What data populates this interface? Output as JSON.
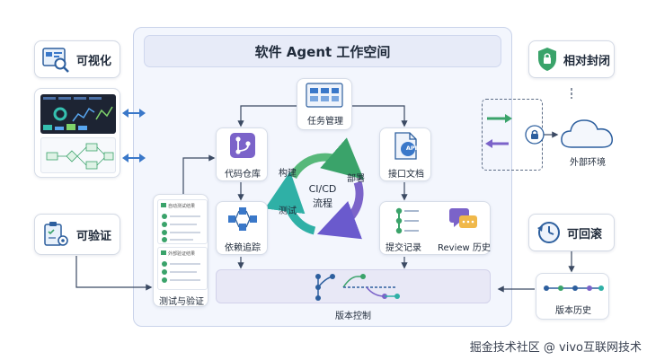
{
  "workspace": {
    "title": "软件 Agent 工作空间"
  },
  "capabilities": {
    "visualize": "可视化",
    "verify": "可验证",
    "closed": "相对封闭",
    "rollback": "可回滚"
  },
  "nodes": {
    "task_mgmt": "任务管理",
    "code_repo": "代码仓库",
    "api_doc": "接口文档",
    "api_badge": "API",
    "cicd_line1": "CI/CD",
    "cicd_line2": "流程",
    "build": "构建",
    "deploy": "部署",
    "test": "测试",
    "dep_track": "依赖追踪",
    "commit_log": "提交记录",
    "review_history": "Review 历史",
    "test_verify": "测试与验证",
    "version_control": "版本控制",
    "external_env": "外部环境",
    "version_history": "版本历史"
  },
  "checklists": [
    {
      "title": "自动测试结果"
    },
    {
      "title": "外部验证结果"
    }
  ],
  "watermark": "掘金技术社区 @ vivo互联网技术",
  "colors": {
    "accent_blue": "#3a78c9",
    "accent_green": "#3aa36a",
    "accent_purple": "#7b63c9",
    "workspace_fill": "#f3f6fd",
    "workspace_border": "#c9d3ea",
    "title_band": "#e7ebf8",
    "vc_band": "#e8e8f6"
  }
}
